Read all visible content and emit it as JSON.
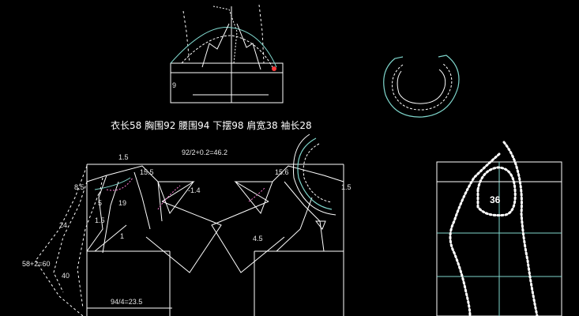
{
  "measurements": {
    "text": "衣长58   胸围92   腰围94   下摆98   肩宽38   袖长28"
  },
  "sleeve": {
    "label_9": "9"
  },
  "body": {
    "chest_formula": "92/2+0.2=46.2",
    "length_formula": "58+2=60",
    "waist_formula": "94/4=23.5",
    "labels": {
      "a": "1.5",
      "b": "15.5",
      "c": "-1.4",
      "d": "15.6",
      "e": "1.5",
      "f": "8.5",
      "g": "5",
      "h": "19",
      "i": "1.5",
      "j": "24",
      "k": "1",
      "l": "40",
      "m": "4.5"
    }
  },
  "figure": {
    "label": "36"
  },
  "colors": {
    "line": "#ffffff",
    "teal": "#7fd6cc",
    "pink": "#ff7ad8",
    "marker": "#ff3a3a"
  }
}
